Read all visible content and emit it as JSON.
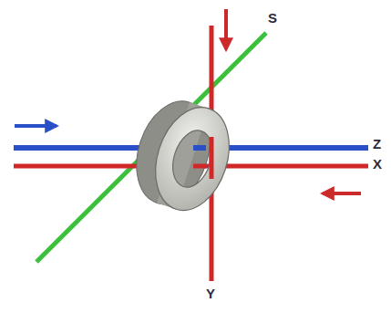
{
  "diagram": {
    "labels": [
      "S",
      "Z",
      "X",
      "Y"
    ]
  }
}
